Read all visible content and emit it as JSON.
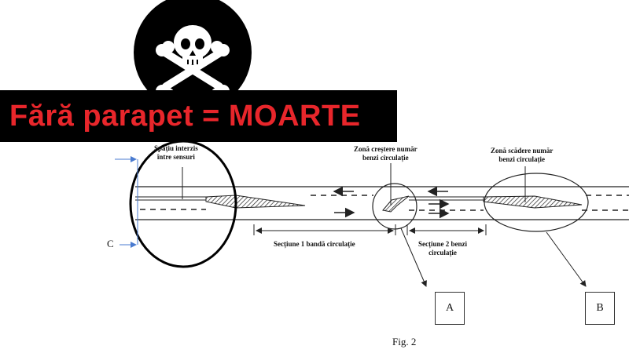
{
  "banner": {
    "text": "Fără parapet = MOARTE",
    "text_color": "#e8262b",
    "background": "#000000",
    "icon": "skull-crossbones-icon"
  },
  "labels": {
    "forbidden_space": [
      "Spațiu interzis",
      "între sensuri"
    ],
    "increase_zone": [
      "Zonă creștere număr",
      "benzi circulație"
    ],
    "decrease_zone": [
      "Zonă scădere număr",
      "benzi circulație"
    ],
    "section_1": "Secțiune 1 bandă circulație",
    "section_2": [
      "Secțiune 2 benzi",
      "circulație"
    ],
    "marker_c": "C",
    "box_a": "A",
    "box_b": "B",
    "caption": "Fig. 2"
  },
  "colors": {
    "line": "#222222",
    "marker_blue": "#4a7bd0"
  }
}
